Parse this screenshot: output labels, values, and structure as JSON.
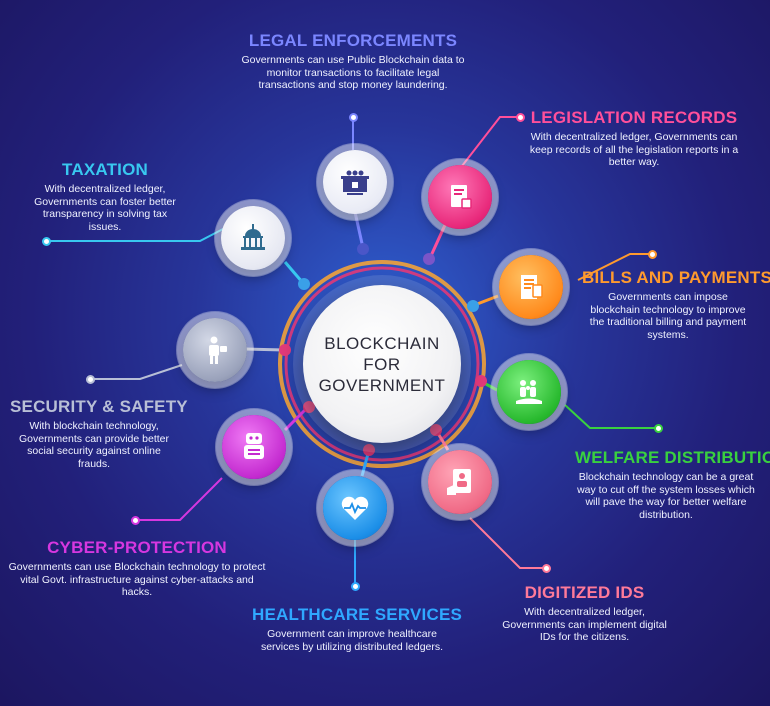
{
  "center": {
    "line1": "BLOCKCHAIN",
    "line2": "FOR",
    "line3": "GOVERNMENT"
  },
  "colors": {
    "legal": "#7b86ff",
    "legislation": "#ff4f9a",
    "bills": "#ff9a2e",
    "welfare": "#39d13f",
    "digitized": "#ff7a99",
    "healthcare": "#2fa8ff",
    "cyber": "#d637e0",
    "security": "#b8bfd6",
    "taxation": "#38c8f0"
  },
  "sections": {
    "legal": {
      "title": "LEGAL ENFORCEMENTS",
      "text": "Governments can use Public Blockchain data to monitor transactions to facilitate legal transactions and stop money laundering.",
      "icon": "courthouse-icon"
    },
    "legislation": {
      "title": "LEGISLATION RECORDS",
      "text": "With decentralized ledger, Governments can keep records of all the legislation reports in a better way.",
      "icon": "document-stamp-icon"
    },
    "bills": {
      "title": "BILLS AND PAYMENTS",
      "text": "Governments can impose blockchain technology to improve the traditional billing and payment systems.",
      "icon": "bill-icon"
    },
    "welfare": {
      "title": "WELFARE DISTRIBUTION",
      "text": "Blockchain technology can be a great way to cut off the system losses which will pave the way for better welfare distribution.",
      "icon": "family-hand-icon"
    },
    "digitized": {
      "title": "DIGITIZED IDS",
      "text": "With decentralized ledger, Governments can implement digital IDs for the citizens.",
      "icon": "id-card-icon"
    },
    "healthcare": {
      "title": "HEALTHCARE SERVICES",
      "text": "Government can improve healthcare services by utilizing distributed ledgers.",
      "icon": "heart-pulse-icon"
    },
    "cyber": {
      "title": "CYBER-PROTECTION",
      "text": "Governments can use Blockchain technology to protect vital Govt. infrastructure against cyber-attacks and hacks.",
      "icon": "robot-icon"
    },
    "security": {
      "title": "SECURITY & SAFETY",
      "text": "With blockchain technology, Governments can provide better social security against online frauds.",
      "icon": "guard-icon"
    },
    "taxation": {
      "title": "TAXATION",
      "text": "With decentralized ledger, Governments can foster better transparency in solving tax issues.",
      "icon": "capitol-icon"
    }
  }
}
